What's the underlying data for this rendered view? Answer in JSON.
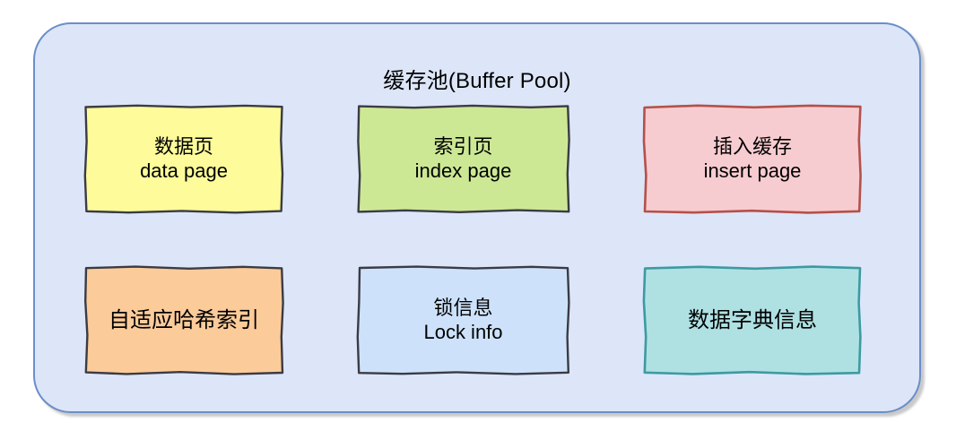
{
  "diagram": {
    "title": "缓存池(Buffer Pool)",
    "container_name": "buffer-pool",
    "background_color": "#dce6f8",
    "border_color": "#6b8ec9",
    "page_background": "#ffffff",
    "cells": [
      {
        "id": "data-page",
        "zh": "数据页",
        "en": "data page",
        "fill": "#fdfb9a",
        "stroke": "#3b3b44"
      },
      {
        "id": "index-page",
        "zh": "索引页",
        "en": "index page",
        "fill": "#cce895",
        "stroke": "#3b3b44"
      },
      {
        "id": "insert-page",
        "zh": "插入缓存",
        "en": "insert page",
        "fill": "#f7ccd0",
        "stroke": "#b5504a"
      },
      {
        "id": "adaptive-hash-index",
        "zh": "自适应哈希索引",
        "en": "",
        "fill": "#fccb9a",
        "stroke": "#3b3b44"
      },
      {
        "id": "lock-info",
        "zh": "锁信息",
        "en": "Lock info",
        "fill": "#cde2fa",
        "stroke": "#3b3b44"
      },
      {
        "id": "data-dictionary-info",
        "zh": "数据字典信息",
        "en": "",
        "fill": "#afe1e3",
        "stroke": "#3d9aa1"
      }
    ]
  }
}
